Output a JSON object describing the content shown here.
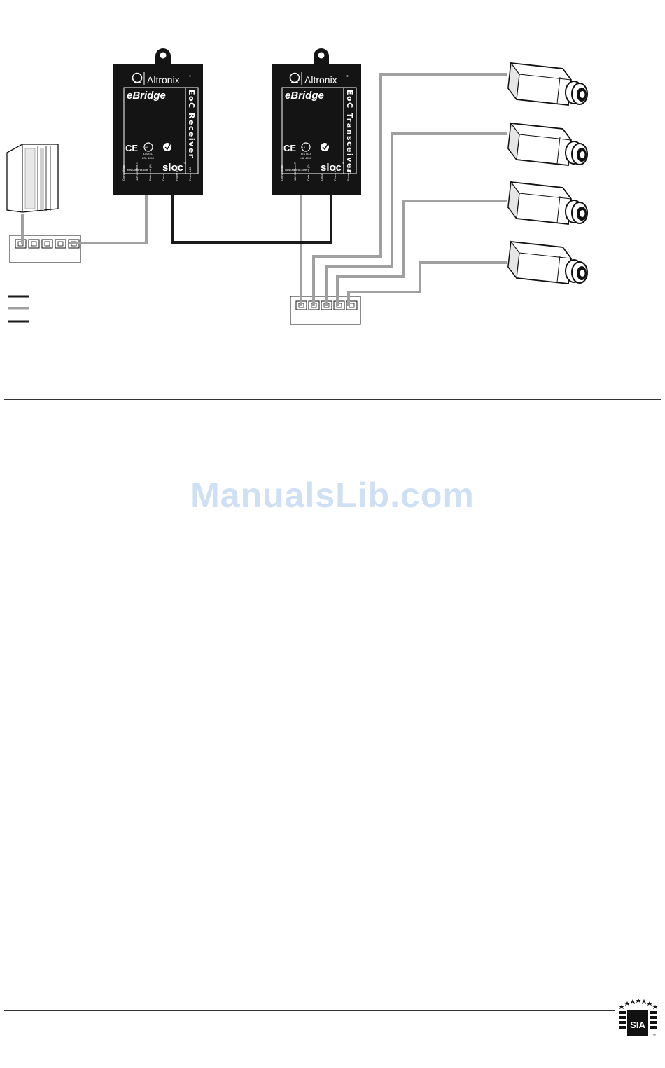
{
  "devices": [
    {
      "brand": "Altronix",
      "brand_mark": "®",
      "product": "eBridge",
      "label": "EoC Receiver",
      "logo": "sloc",
      "logo_mark": "™",
      "website": "www.altronix.com",
      "listing": "LSL 4390",
      "terminals": [
        "Comp Video",
        "10/100 Base-T",
        "Data Link (D)",
        "Coax",
        "Power Input",
        "Power LED"
      ]
    },
    {
      "brand": "Altronix",
      "brand_mark": "®",
      "product": "eBridge",
      "label": "EoC Transceiver",
      "logo": "sloc",
      "logo_mark": "™",
      "website": "www.altronix.com",
      "listing": "LSL 4390",
      "terminals": [
        "Comp Video",
        "10/100 Base-T",
        "Data Link (D)",
        "Coax",
        "Power Input",
        "Power LED"
      ]
    }
  ],
  "cert_text": {
    "ce": "CE",
    "ul": "UL",
    "listed": "LISTED"
  },
  "icons": [
    "altronix-logo-icon",
    "server-tower-icon",
    "network-switch-icon",
    "ip-camera-icon",
    "legend-line-icon",
    "seal-logo-icon"
  ],
  "watermark": "ManualsLib.com",
  "colors": {
    "coax": "#1a1a1a",
    "cat5": "#a0a0a0",
    "device": "#141414",
    "watermark": "#cfe0f5"
  },
  "footer": {
    "logo_text": "SIA",
    "logo_mark": "™"
  }
}
